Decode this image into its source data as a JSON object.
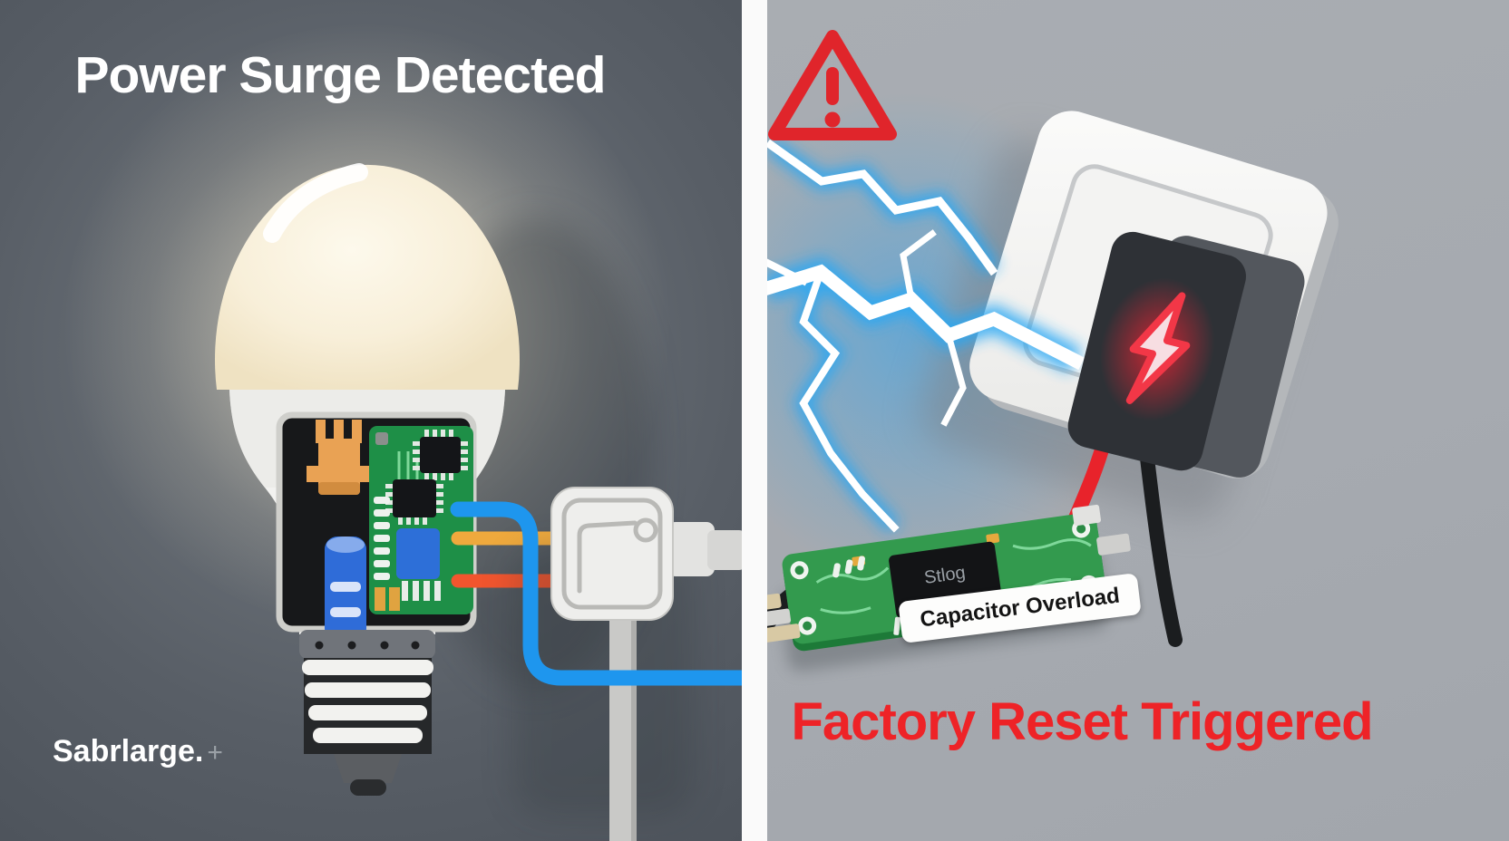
{
  "left_panel": {
    "title": "Power Surge Detected",
    "brand": "Sabrlarge.",
    "brand_suffix": "+",
    "background": "#586068"
  },
  "right_panel": {
    "status": "Factory Reset Triggered",
    "callout_label": "Capacitor Overload",
    "chip_label": "Stlog",
    "background": "#a9adb2"
  },
  "colors": {
    "status_red": "#ee2327",
    "warning_red": "#e0252b",
    "surge_glow_blue": "#28a7f5",
    "wire_blue": "#1e96ee",
    "wire_yellow": "#efa93d",
    "wire_orange": "#f2552e",
    "cable_red": "#e8232b",
    "cable_black": "#1b1d1f",
    "pcb_green": "#2f9549",
    "bulb_glow": "#f7efdc"
  }
}
